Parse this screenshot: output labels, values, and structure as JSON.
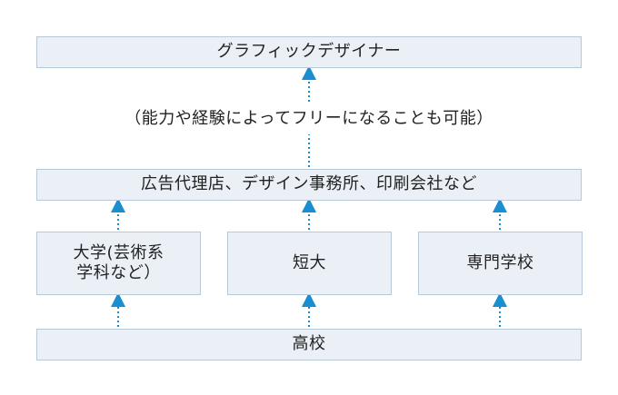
{
  "diagram": {
    "top_box": "グラフィックデザイナー",
    "note": "（能力や経験によってフリーになることも可能）",
    "agency_box": "広告代理店、デザイン事務所、印刷会社など",
    "schools": {
      "university_line1": "大学(芸術系",
      "university_line2": "学科など）",
      "junior_college": "短大",
      "vocational": "専門学校"
    },
    "high_school": "高校"
  },
  "colors": {
    "box_fill": "#eaf0f6",
    "box_border": "#b7c9d8",
    "arrow": "#1a8fd0"
  }
}
